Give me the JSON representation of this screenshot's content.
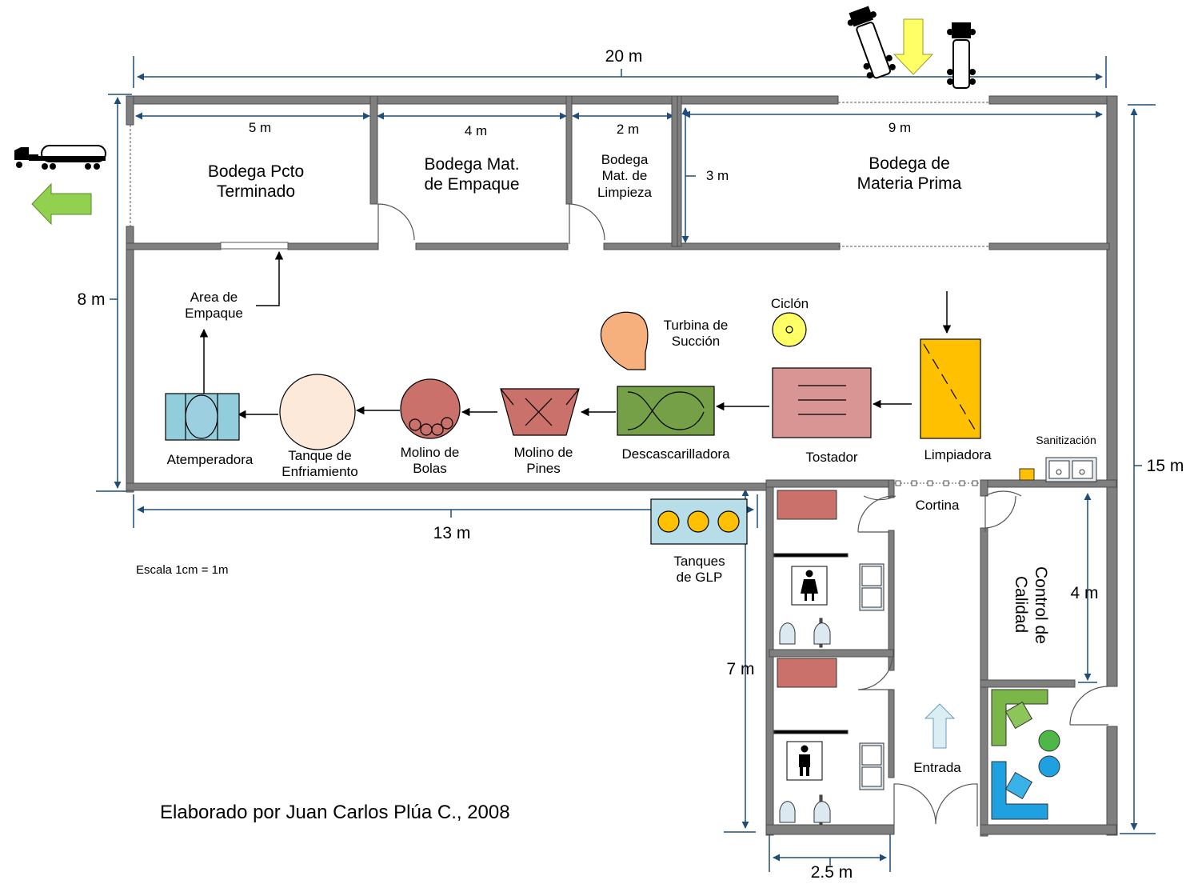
{
  "colors": {
    "wall": "#7f7f7f",
    "dimension": "#1f4e79",
    "atemperadora": "#92cddc",
    "enfriamiento": "#fde9d9",
    "molino": "#c9716a",
    "descascarilladora": "#76a048",
    "tostador": "#d99594",
    "limpiadora": "#ffc000",
    "turbina": "#f5b07e",
    "ciclon": "#ffff66",
    "glp_panel": "#b7dde8",
    "glp_tank": "#ffc000",
    "green_arrow": "#92d050",
    "yellow_arrow": "#ffff66",
    "entrance_arrow": "#daeef3",
    "desk_green": "#7ab648",
    "desk_blue": "#1fa0e0",
    "bench": "#c9716a"
  },
  "dimensions": {
    "top_total": "20 m",
    "left_height": "8 m",
    "right_height": "15 m",
    "bottom_length": "13 m",
    "bodega_pcto_width": "5 m",
    "bodega_empaque_width": "4 m",
    "bodega_limpieza_width": "2 m",
    "bodega_mp_width": "9 m",
    "bodega_mp_depth": "3 m",
    "bath_height": "7 m",
    "bath_width": "2.5 m",
    "control_height": "4 m"
  },
  "rooms": {
    "bodega_pcto": "Bodega Pcto\nTerminado",
    "bodega_empaque": "Bodega Mat.\nde Empaque",
    "bodega_limpieza": "Bodega\nMat. de\nLimpieza",
    "bodega_mp": "Bodega de\nMateria Prima",
    "control_calidad": "Control de\nCalidad"
  },
  "machines": {
    "area_empaque": "Area de\nEmpaque",
    "atemperadora": "Atemperadora",
    "tanque_enfriamiento": "Tanque de\nEnfriamiento",
    "molino_bolas": "Molino de\nBolas",
    "molino_pines": "Molino de\nPines",
    "descascarilladora": "Descascarilladora",
    "tostador": "Tostador",
    "limpiadora": "Limpiadora",
    "turbina": "Turbina de\nSucción",
    "ciclon": "Ciclón",
    "sanitizacion": "Sanitización",
    "tanques_glp": "Tanques\nde GLP",
    "cortina": "Cortina",
    "entrada": "Entrada"
  },
  "notes": {
    "escala": "Escala 1cm = 1m",
    "credit": "Elaborado por Juan Carlos Plúa C., 2008"
  },
  "icons": {
    "tanker_truck": "tanker-truck-icon",
    "dump_truck": "dump-truck-icon",
    "woman": "woman-restroom-icon",
    "man": "man-restroom-icon"
  }
}
